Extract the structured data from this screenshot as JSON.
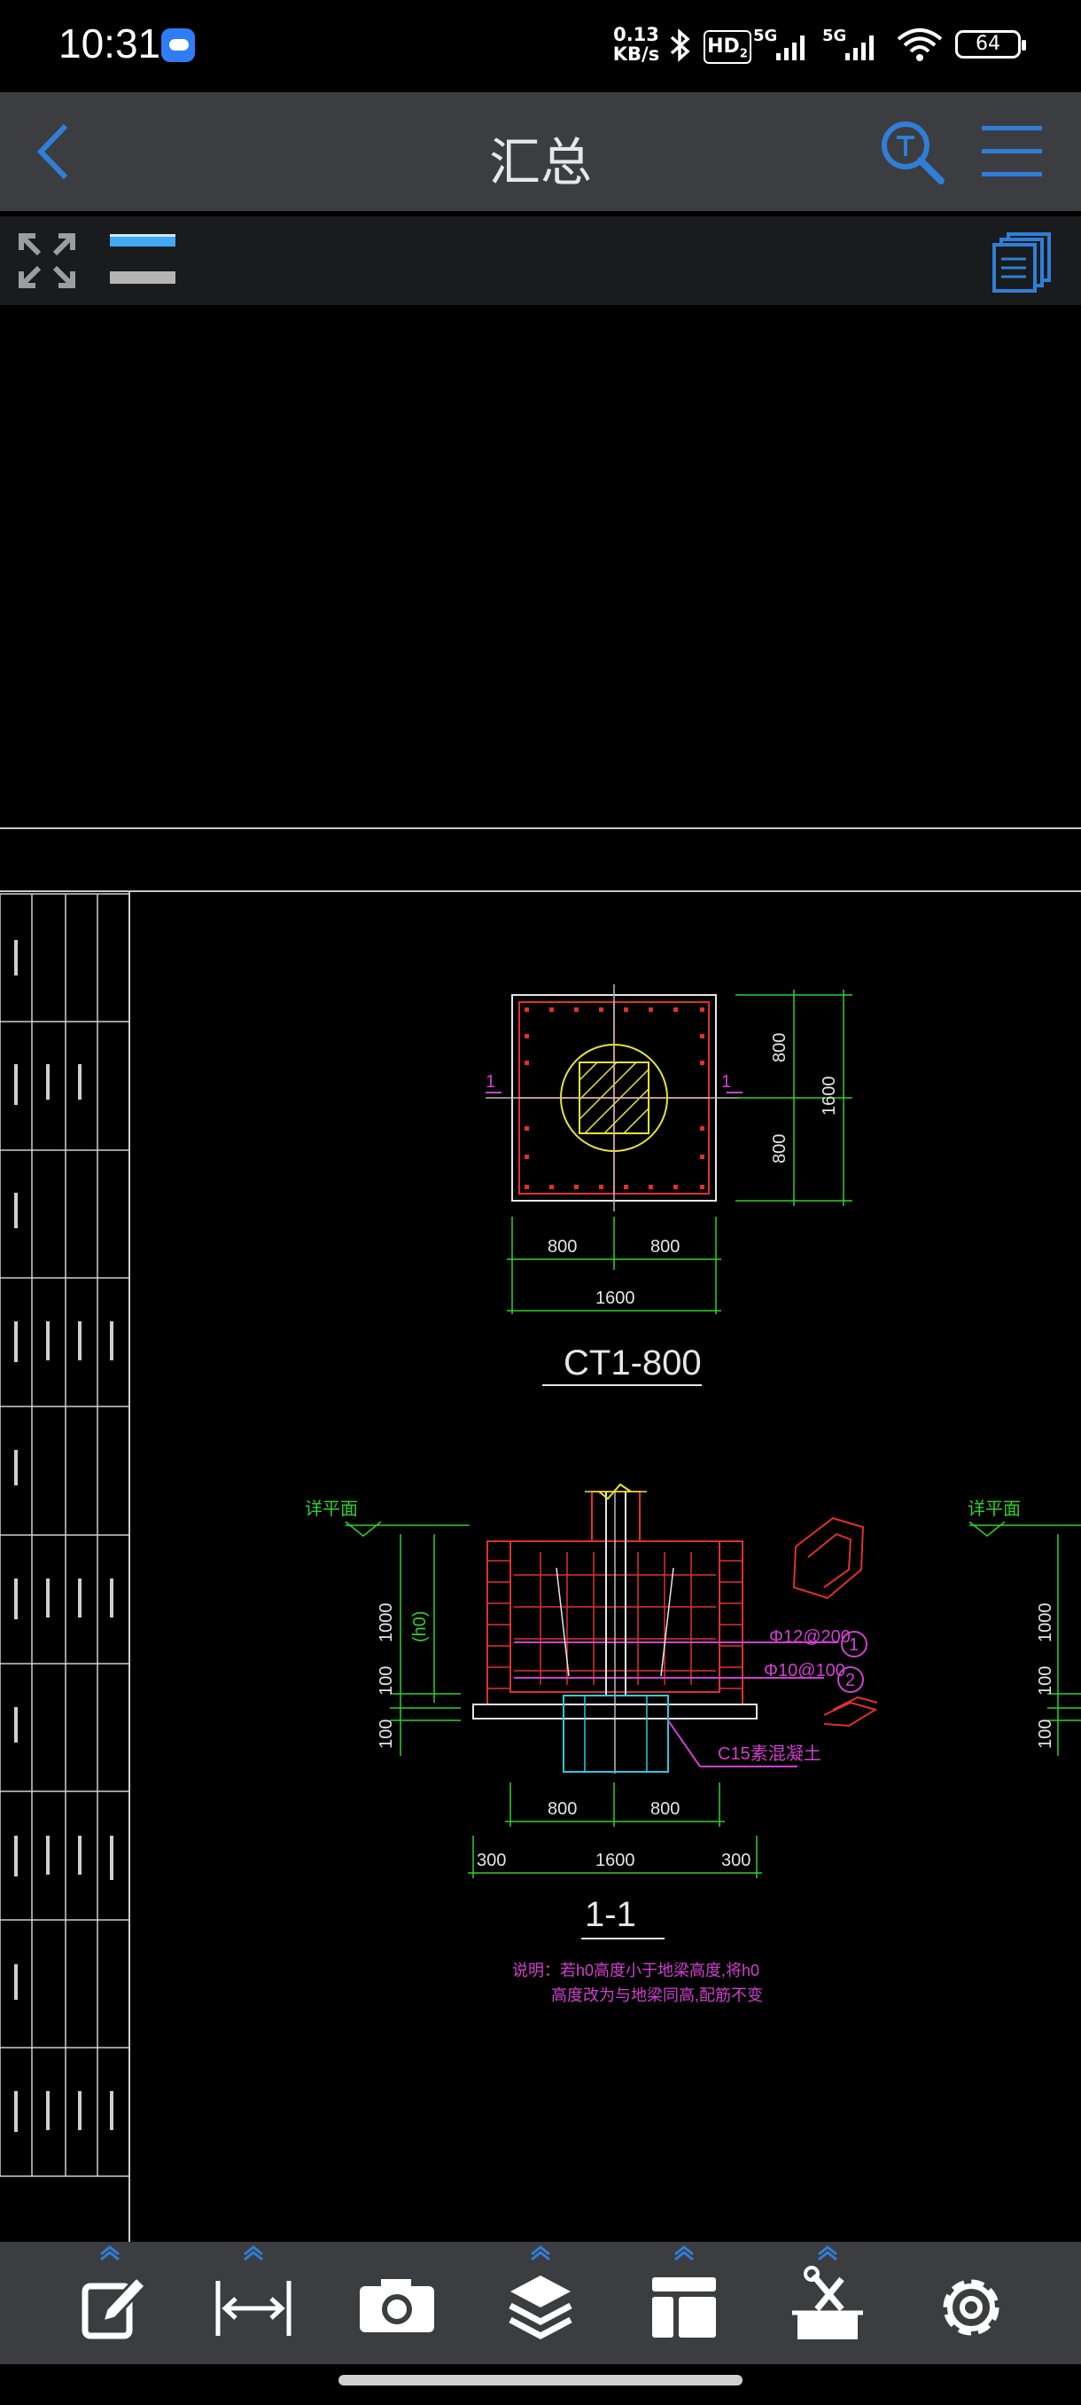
{
  "status_bar": {
    "time": "10:31",
    "net_speed_value": "0.13",
    "net_speed_unit": "KB/s",
    "hd_badge": "HD",
    "hd_sub": "2",
    "signal1_label": "5G",
    "signal2_label": "5G",
    "battery": "64"
  },
  "header": {
    "title": "汇总"
  },
  "drawing": {
    "plan": {
      "dim_top_right": "800",
      "dim_bottom_right": "800",
      "dim_right_total": "1600",
      "dim_left_bottom": "800",
      "dim_right_bottom": "800",
      "dim_total_bottom": "1600",
      "section_mark_left": "1",
      "section_mark_right": "1",
      "name": "CT1-800"
    },
    "section": {
      "level_left": "详平面",
      "level_right": "详平面",
      "dim_height": "1000",
      "dim_h0": "(h0)",
      "dim_100a": "100",
      "dim_100b": "100",
      "dim_right_height": "1000",
      "dim_right_100a": "100",
      "dim_right_100b": "100",
      "rebar1": "Φ12@200",
      "rebar1_tag": "1",
      "rebar2": "Φ10@100",
      "rebar2_tag": "2",
      "concrete": "C15素混凝土",
      "dim_800a": "800",
      "dim_800b": "800",
      "dim_300a": "300",
      "dim_1600": "1600",
      "dim_300b": "300",
      "name": "1-1",
      "note_line1": "说明：若h0高度小于地梁高度,将h0",
      "note_line2": "高度改为与地梁同高,配筋不变"
    }
  },
  "bottom_toolbar": {
    "items": [
      "edit",
      "measure",
      "camera",
      "layers",
      "layout",
      "tools",
      "settings"
    ]
  },
  "colors": {
    "accent": "#2f7fd8",
    "toolbar_bg": "#3b3d40",
    "canvas_bg": "#000000"
  }
}
